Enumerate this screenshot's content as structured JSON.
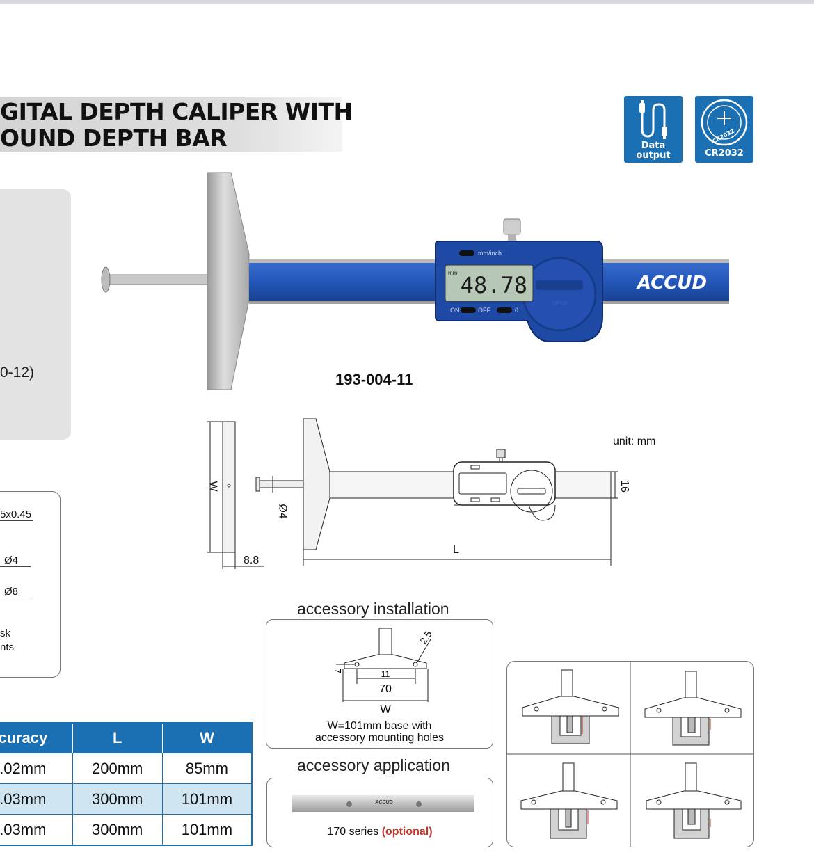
{
  "header": {
    "title_line1": "GITAL DEPTH CALIPER WITH",
    "title_line2": "OUND DEPTH BAR"
  },
  "badges": [
    {
      "icon": "data-cable-icon",
      "label_line1": "Data",
      "label_line2": "output"
    },
    {
      "icon": "battery-cr2032-icon",
      "ring_text": "CR2032",
      "label": "CR2032"
    }
  ],
  "specs_panel": {
    "partial_text": "0-12)"
  },
  "spec_box": {
    "line1": "5x0.45",
    "line2": "Ø4",
    "line3": "Ø8",
    "line4a": "sk",
    "line4b": "nts"
  },
  "product": {
    "model": "193-004-11",
    "brand": "ACCUD",
    "display_reading": "48.78",
    "display_unit_small": "mm",
    "button_mm_inch": "mm/inch",
    "button_on": "ON",
    "button_off": "OFF",
    "button_zero": "0",
    "cover_text": "OPEN"
  },
  "drawing": {
    "unit": "unit: mm",
    "dim_w": "W",
    "dim_phi4": "Ø4",
    "dim_88": "8.8",
    "dim_l": "L",
    "dim_16": "16"
  },
  "accessory_installation": {
    "title": "accessory installation",
    "dim_25": "2.5",
    "dim_7": "7",
    "dim_11": "11",
    "dim_70": "70",
    "dim_w": "W",
    "note_line1": "W=101mm base with",
    "note_line2": "accessory mounting holes"
  },
  "accessory_application": {
    "title": "accessory application",
    "bar_brand": "ACCUD",
    "series_text": "170 series",
    "optional_text": "(optional)"
  },
  "table": {
    "headers": [
      "curacy",
      "L",
      "W"
    ],
    "rows": [
      [
        ".02mm",
        "200mm",
        "85mm"
      ],
      [
        ".03mm",
        "300mm",
        "101mm"
      ],
      [
        ".03mm",
        "300mm",
        "101mm"
      ]
    ]
  },
  "colors": {
    "brand_blue": "#1b6fb3",
    "optional_red": "#c0392b",
    "row_highlight": "#cfe6f2"
  }
}
